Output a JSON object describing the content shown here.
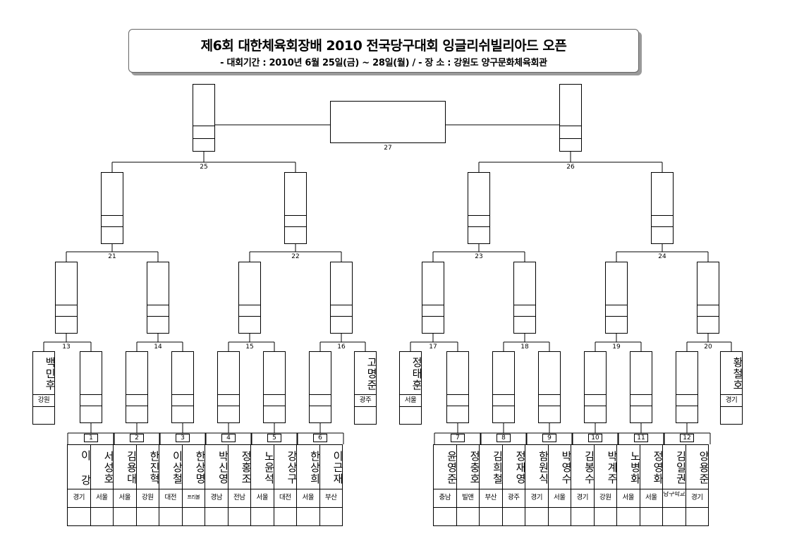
{
  "header": {
    "title": "제6회 대한체육회장배 2010 전국당구대회 잉글리쉬빌리아드 오픈",
    "subtitle": "- 대회기간 : 2010년 6월 25일(금) ~ 28일(월) / - 장 소 : 강원도 양구문화체육회관"
  },
  "bracket": {
    "match_numbers": [
      "1",
      "2",
      "3",
      "4",
      "5",
      "6",
      "7",
      "8",
      "9",
      "10",
      "11",
      "12",
      "13",
      "14",
      "15",
      "16",
      "17",
      "18",
      "19",
      "20",
      "21",
      "22",
      "23",
      "24",
      "25",
      "26",
      "27"
    ],
    "byes": [
      {
        "name": "백민후",
        "region": "강원"
      },
      {
        "name": "고명준",
        "region": "광주"
      },
      {
        "name": "정태훈",
        "region": "서울"
      },
      {
        "name": "황철호",
        "region": "경기"
      }
    ],
    "players": [
      {
        "name": "이 강",
        "region": "경기"
      },
      {
        "name": "서성호",
        "region": "서울"
      },
      {
        "name": "김용대",
        "region": "서울"
      },
      {
        "name": "한진혁",
        "region": "강원"
      },
      {
        "name": "이상철",
        "region": "대전"
      },
      {
        "name": "한상명",
        "region": "프리볼"
      },
      {
        "name": "박신영",
        "region": "경남"
      },
      {
        "name": "정홍조",
        "region": "전남"
      },
      {
        "name": "노윤석",
        "region": "서울"
      },
      {
        "name": "강상구",
        "region": "대전"
      },
      {
        "name": "한상희",
        "region": "서울"
      },
      {
        "name": "이근재",
        "region": "부산"
      },
      {
        "name": "윤영준",
        "region": "충남"
      },
      {
        "name": "정충호",
        "region": "빌앤"
      },
      {
        "name": "김희철",
        "region": "부산"
      },
      {
        "name": "정재영",
        "region": "광주"
      },
      {
        "name": "함원식",
        "region": "경기"
      },
      {
        "name": "박영수",
        "region": "서울"
      },
      {
        "name": "김봉수",
        "region": "경기"
      },
      {
        "name": "박계주",
        "region": "강원"
      },
      {
        "name": "노병화",
        "region": "서울"
      },
      {
        "name": "정영화",
        "region": "서울"
      },
      {
        "name": "김일권",
        "region": "당구학교"
      },
      {
        "name": "양용준",
        "region": "경기"
      }
    ]
  }
}
